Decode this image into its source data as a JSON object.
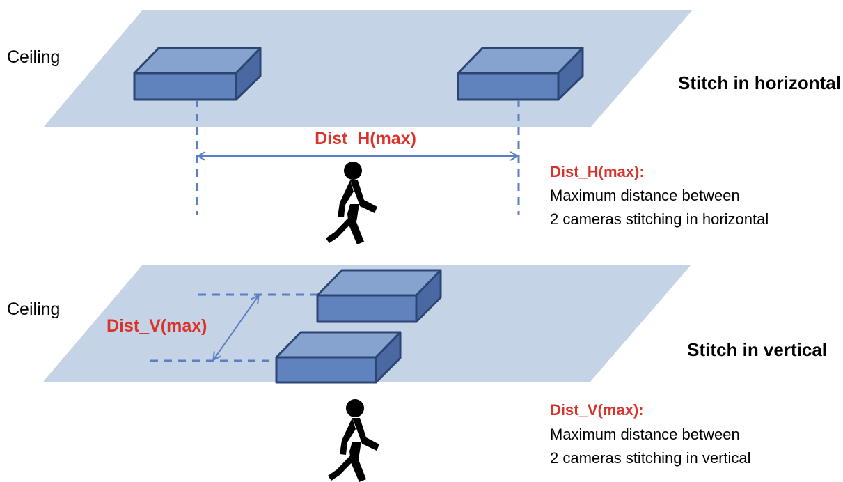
{
  "colors": {
    "ceiling_plane": "#c5d3e6",
    "camera_front": "#6082bd",
    "camera_top": "#86a2cf",
    "camera_side": "#4a69a3",
    "camera_stroke": "#2c4674",
    "guide_line": "#5b7fc2",
    "accent_red": "#d9342b",
    "person": "#000000"
  },
  "top_panel": {
    "ceiling_label": "Ceiling",
    "title": "Stitch in horizontal",
    "distance_label": "Dist_H(max)",
    "definition_title": "Dist_H(max):",
    "definition_line1": "Maximum distance between",
    "definition_line2": "2 cameras stitching in horizontal"
  },
  "bottom_panel": {
    "ceiling_label": "Ceiling",
    "title": "Stitch in vertical",
    "distance_label": "Dist_V(max)",
    "definition_title": "Dist_V(max):",
    "definition_line1": "Maximum distance between",
    "definition_line2": "2 cameras stitching in vertical"
  },
  "icons": [
    "camera-box-icon",
    "walking-person-icon",
    "double-arrow-icon"
  ]
}
